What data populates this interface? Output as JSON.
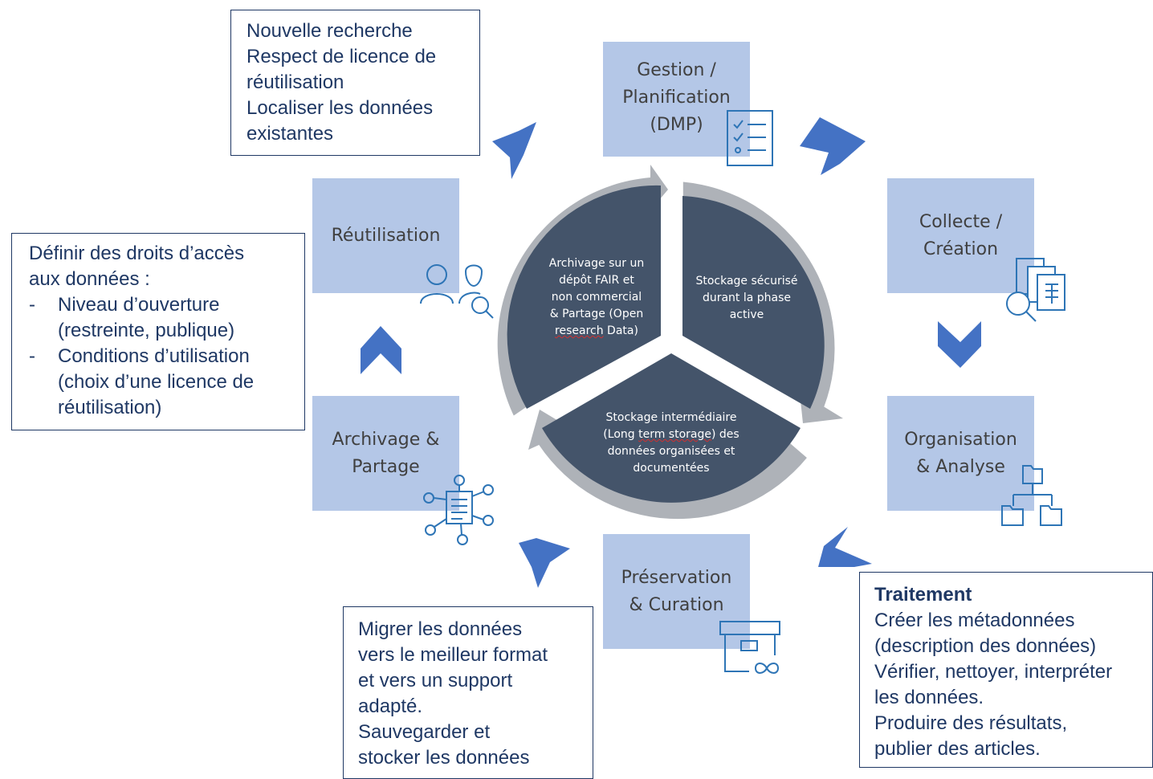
{
  "stages": {
    "gestion": [
      "Gestion /",
      "Planification",
      "(DMP)"
    ],
    "collecte": [
      "Collecte /",
      "Création"
    ],
    "organisation": [
      "Organisation",
      "& Analyse"
    ],
    "preservation": [
      "Préservation",
      "& Curation"
    ],
    "archivage": [
      "Archivage &",
      "Partage"
    ],
    "reutilisation": [
      "Réutilisation"
    ]
  },
  "wheel": {
    "left": [
      "Archivage sur un",
      "dépôt FAIR et",
      "non commercial",
      "& Partage (Open",
      "research",
      " Data)"
    ],
    "right": [
      "Stockage sécurisé",
      "durant la phase",
      "active"
    ],
    "bottom": [
      "Stockage intermédiaire",
      "(Long ",
      "term storage",
      ") des",
      "données organisées et",
      "documentées"
    ]
  },
  "boxes": {
    "top_left": [
      "Nouvelle recherche",
      "Respect de licence de",
      "réutilisation",
      "Localiser les données",
      "existantes"
    ],
    "left": {
      "intro": [
        "Définir des droits d’accès",
        "aux données :"
      ],
      "items": [
        [
          "Niveau d’ouverture",
          "(restreinte, publique)"
        ],
        [
          "Conditions d’utilisation",
          "(choix d’une licence de",
          "réutilisation)"
        ]
      ]
    },
    "bottom": [
      "Migrer les données",
      "vers le meilleur format",
      "et vers un support",
      "adapté.",
      "Sauvegarder et",
      "stocker les données"
    ],
    "right": {
      "title": "Traitement",
      "lines": [
        "Créer les métadonnées",
        "(description des données)",
        "Vérifier, nettoyer, interpréter",
        "les données.",
        "Produire des résultats,",
        "publier des articles."
      ]
    }
  },
  "colors": {
    "stage_fill": "#b4c7e7",
    "stage_text": "#404040",
    "wheel_fill": "#44546a",
    "ring": "#aeb2b8",
    "chevron": "#4472c4",
    "box_text": "#1f3864",
    "icon": "#2e75b6"
  },
  "icons": [
    "checklist-icon",
    "documents-search-icon",
    "folder-tree-icon",
    "archive-box-icon",
    "network-document-icon",
    "users-search-icon"
  ]
}
